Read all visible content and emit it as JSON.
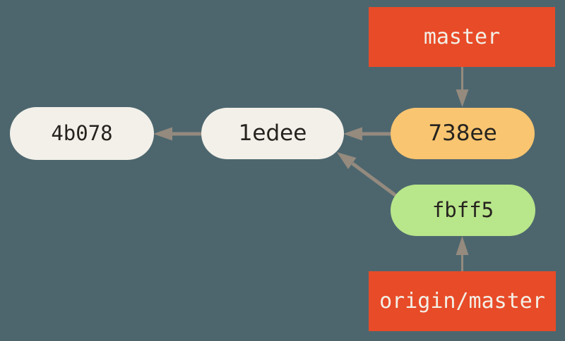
{
  "colors": {
    "background": "#4D666E",
    "arrow": "#948A7E",
    "ref_fill": "#E84B28",
    "ref_text": "#F3EFE6",
    "commit_text": "#26231F",
    "commit_plain_fill": "#F2F0E9",
    "commit_local_fill": "#F9C570",
    "commit_remote_fill": "#B8E68A"
  },
  "nodes": {
    "master": {
      "label": "master",
      "type": "branch-ref"
    },
    "origin_master": {
      "label": "origin/master",
      "type": "remote-ref"
    },
    "c4b078": {
      "label": "4b078",
      "type": "commit"
    },
    "c1edee": {
      "label": "1edee",
      "type": "commit"
    },
    "c738ee": {
      "label": "738ee",
      "type": "commit"
    },
    "cfbff5": {
      "label": "fbff5",
      "type": "commit"
    }
  },
  "edges": [
    {
      "from": "master",
      "to": "738ee",
      "kind": "ref-pointer"
    },
    {
      "from": "738ee",
      "to": "1edee",
      "kind": "parent"
    },
    {
      "from": "1edee",
      "to": "4b078",
      "kind": "parent"
    },
    {
      "from": "fbff5",
      "to": "1edee",
      "kind": "parent"
    },
    {
      "from": "origin/master",
      "to": "fbff5",
      "kind": "ref-pointer"
    }
  ]
}
